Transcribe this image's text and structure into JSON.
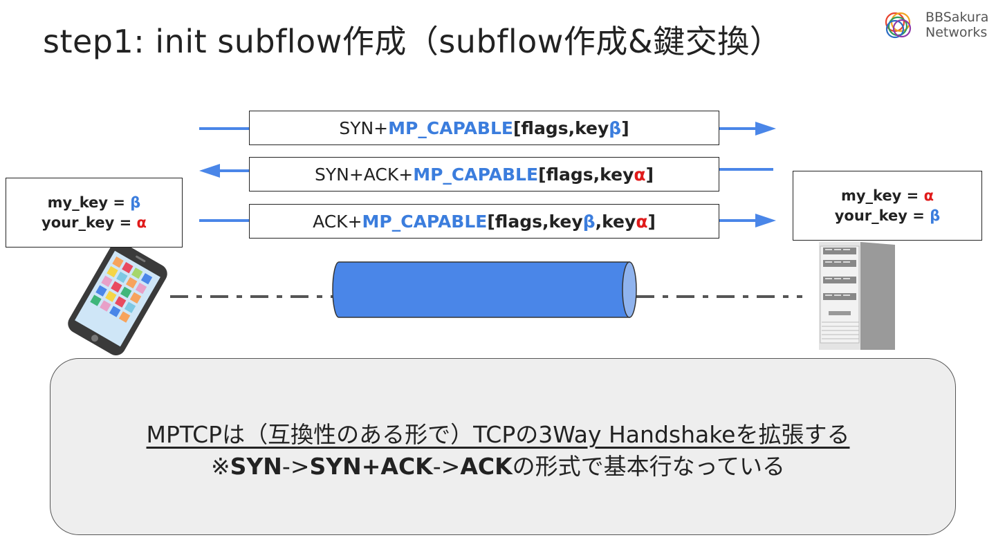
{
  "title": "step1: init subflow作成（subflow作成&鍵交換）",
  "logo": {
    "line1": "BBSakura",
    "line2": "Networks"
  },
  "messages": [
    {
      "prefix": "SYN+",
      "proto": "MP_CAPABLE",
      "open": "[flags,key",
      "k1": "β",
      "mid": "",
      "k2": "",
      "close": "]",
      "direction": "right"
    },
    {
      "prefix": "SYN+ACK+",
      "proto": "MP_CAPABLE",
      "open": "[flags,key",
      "k1": "α",
      "mid": "",
      "k2": "",
      "close": "]",
      "direction": "left"
    },
    {
      "prefix": "ACK+",
      "proto": "MP_CAPABLE",
      "open": "[flags,key",
      "k1": "β",
      "mid": ",key",
      "k2": "α",
      "close": "]",
      "direction": "right"
    }
  ],
  "client_keys": {
    "my_label": "my_key = ",
    "my_val": "β",
    "your_label": "your_key = ",
    "your_val": "α"
  },
  "server_keys": {
    "my_label": "my_key = ",
    "my_val": "α",
    "your_label": "your_key = ",
    "your_val": "β"
  },
  "note": {
    "line1": "MPTCPは（互換性のある形で）TCPの3Way Handshakeを拡張する",
    "line2_prefix": "※",
    "t1": "SYN",
    "arrow1": "->",
    "t2": "SYN+ACK",
    "arrow2": "->",
    "t3": "ACK",
    "line2_suffix": "の形式で基本行なっている"
  },
  "colors": {
    "arrow": "#4a86e8",
    "tunnel": "#4a86e8",
    "tunnel_cap": "#8fb3ee",
    "alpha": "#e01b1b",
    "beta": "#3b7ddd"
  }
}
